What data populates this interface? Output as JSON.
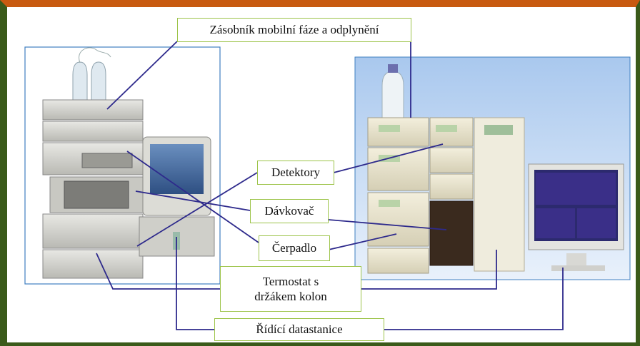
{
  "labels": {
    "reservoir": "Zásobník mobilní fáze a odplynění",
    "detectors": "Detektory",
    "autosampler": "Dávkovač",
    "pump": "Čerpadlo",
    "thermostat_line1": "Termostat s",
    "thermostat_line2": "držákem kolon",
    "datastation": "Řídící datastanice"
  },
  "colors": {
    "line": "#2e2a8c",
    "label_border": "#9dc44a",
    "frame_top": "#c85a10",
    "frame_side": "#3a5a1a"
  },
  "images": {
    "left": "hplc-system-agilent-photo",
    "right": "hplc-system-shimadzu-photo"
  }
}
